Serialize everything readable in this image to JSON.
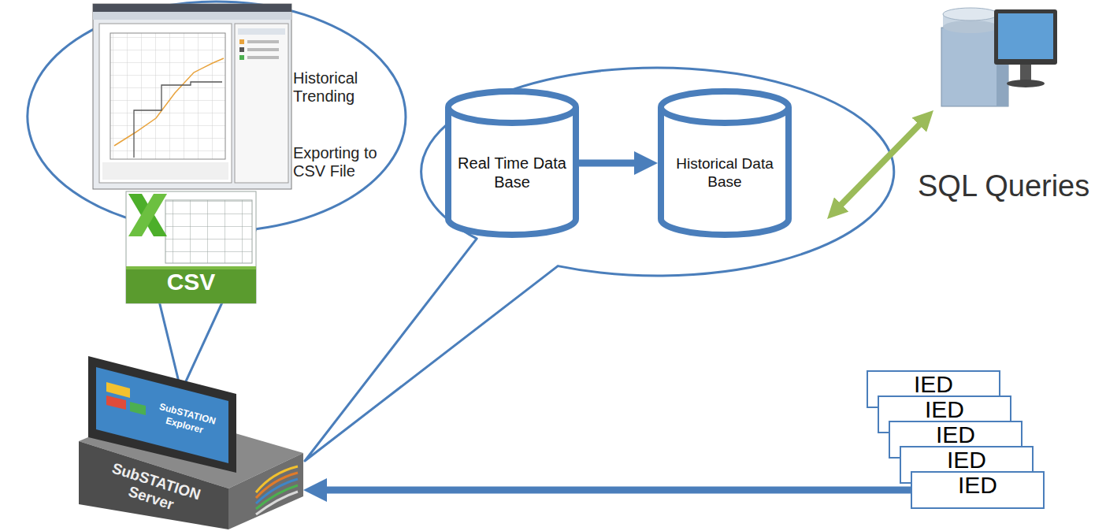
{
  "diagram": {
    "nodes": [
      {
        "text": [
          "SubSTATION Explorer",
          "SubSTATION Server"
        ]
      },
      {
        "text": [
          "Real Time Data Base"
        ]
      },
      {
        "text": [
          "Historical Data Base"
        ]
      },
      {
        "text": [
          "IED"
        ]
      },
      {
        "text": [
          "IED"
        ]
      },
      {
        "text": [
          "IED"
        ]
      },
      {
        "text": [
          "IED"
        ]
      },
      {
        "text": [
          "IED"
        ]
      }
    ],
    "edges": [
      {
        "from": 1,
        "to": 2,
        "arrow": "to"
      },
      {
        "from": 7,
        "to": 0,
        "arrow": "to"
      }
    ],
    "labels": [
      "Historical Trending",
      "Exporting to CSV File",
      "CSV",
      "SQL Queries"
    ]
  }
}
